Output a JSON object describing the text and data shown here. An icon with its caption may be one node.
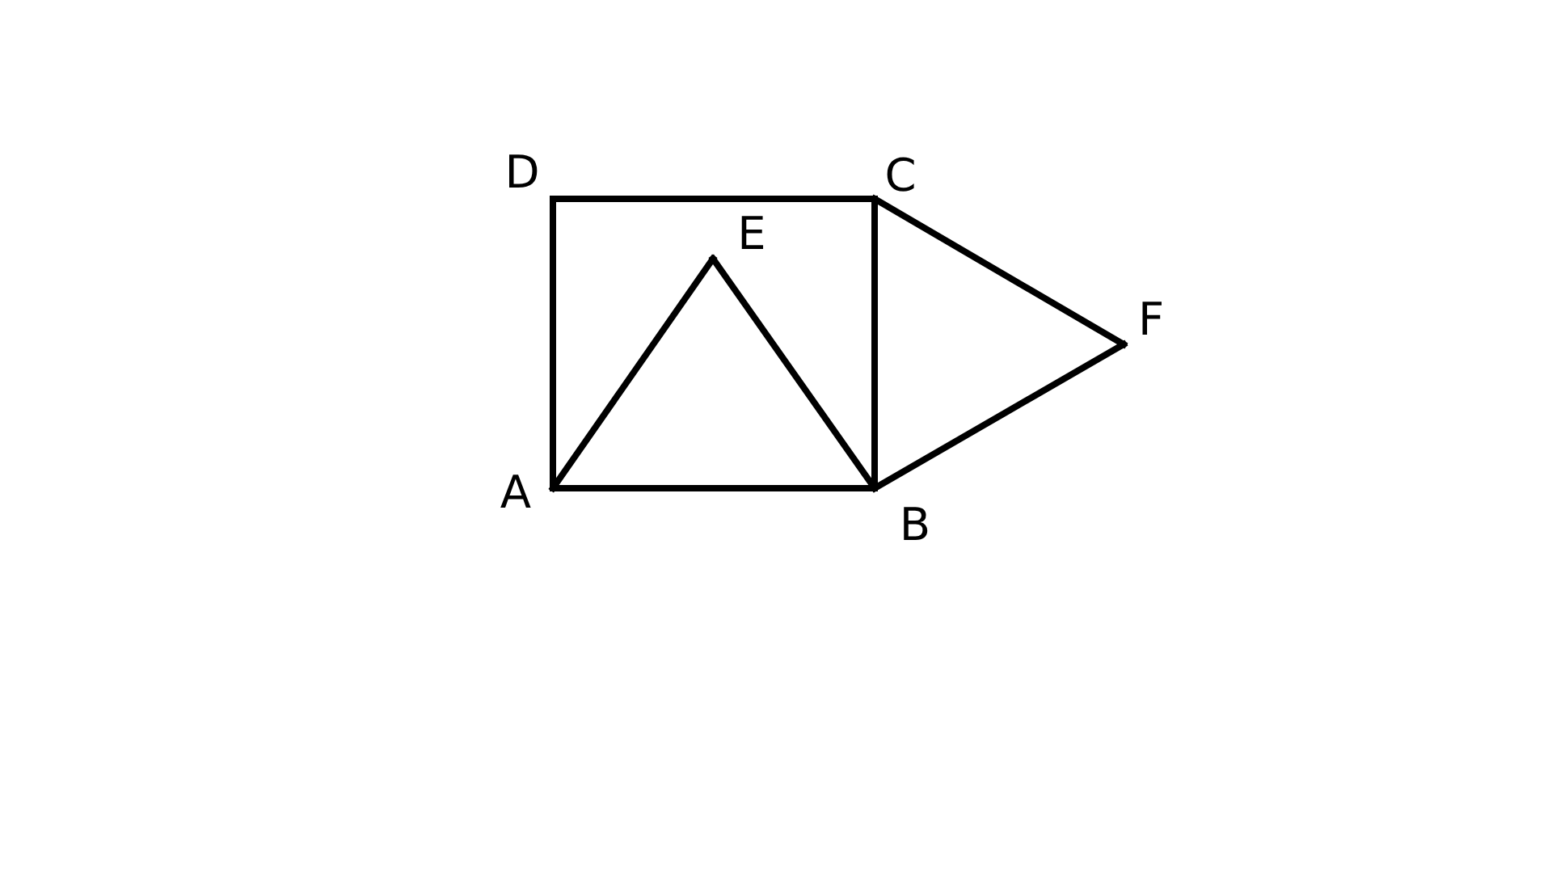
{
  "diagram": {
    "nodes": [
      {
        "text": [
          "D"
        ]
      },
      {
        "text": [
          "C"
        ]
      },
      {
        "text": [
          "E"
        ]
      },
      {
        "text": [
          "F"
        ]
      },
      {
        "text": [
          "A"
        ]
      },
      {
        "text": [
          "B"
        ]
      }
    ],
    "edges": [
      {
        "from": 0,
        "to": 1,
        "arrow": "none"
      },
      {
        "from": 1,
        "to": 5,
        "arrow": "none"
      },
      {
        "from": 5,
        "to": 4,
        "arrow": "none"
      },
      {
        "from": 4,
        "to": 0,
        "arrow": "none"
      },
      {
        "from": 4,
        "to": 2,
        "arrow": "none"
      },
      {
        "from": 2,
        "to": 5,
        "arrow": "none"
      },
      {
        "from": 1,
        "to": 3,
        "arrow": "none"
      },
      {
        "from": 3,
        "to": 5,
        "arrow": "none"
      }
    ]
  }
}
